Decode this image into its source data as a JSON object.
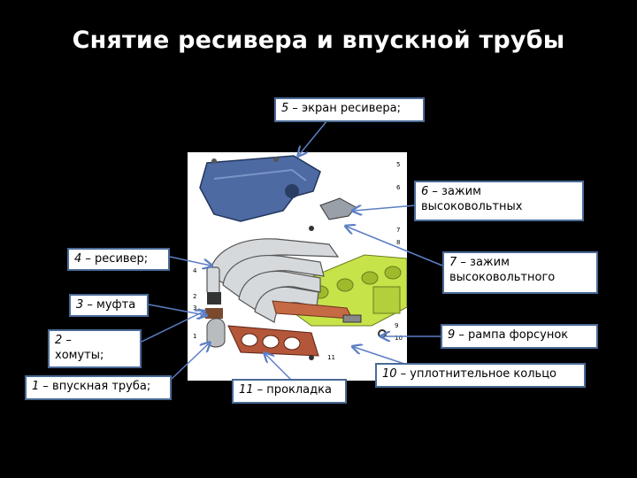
{
  "title": "Снятие ресивера и впускной трубы",
  "diagram": {
    "part_numbers": [
      "5",
      "6",
      "7",
      "8",
      "4",
      "2",
      "3",
      "1",
      "10",
      "9",
      "11"
    ]
  },
  "callouts": {
    "c5": {
      "num": "5",
      "text": " – экран ресивера;"
    },
    "c6": {
      "num": "6",
      "text": " – зажим высоковольтных"
    },
    "c4": {
      "num": "4",
      "text": " – ресивер;"
    },
    "c7": {
      "num": "7",
      "text": " – зажим высоковольтного"
    },
    "c3": {
      "num": "3",
      "text": " – муфта"
    },
    "c2": {
      "num": "2",
      "text": " – хомуты;"
    },
    "c9": {
      "num": "9",
      "text": " – рампа форсунок"
    },
    "c10": {
      "num": "10",
      "text": " – уплотнительное кольцо"
    },
    "c1": {
      "num": "1",
      "text": " – впускная труба;"
    },
    "c11": {
      "num": "11",
      "text": " – прокладка"
    }
  },
  "colors": {
    "background": "#000000",
    "callout_border": "#4a6a96",
    "leader": "#5b7ec4",
    "receiver_screen": "#4d6aa3",
    "manifold": "#d6d9dc",
    "engine_head": "#c7e34a",
    "fuel_rail": "#c56a45",
    "gasket": "#b3563a"
  }
}
